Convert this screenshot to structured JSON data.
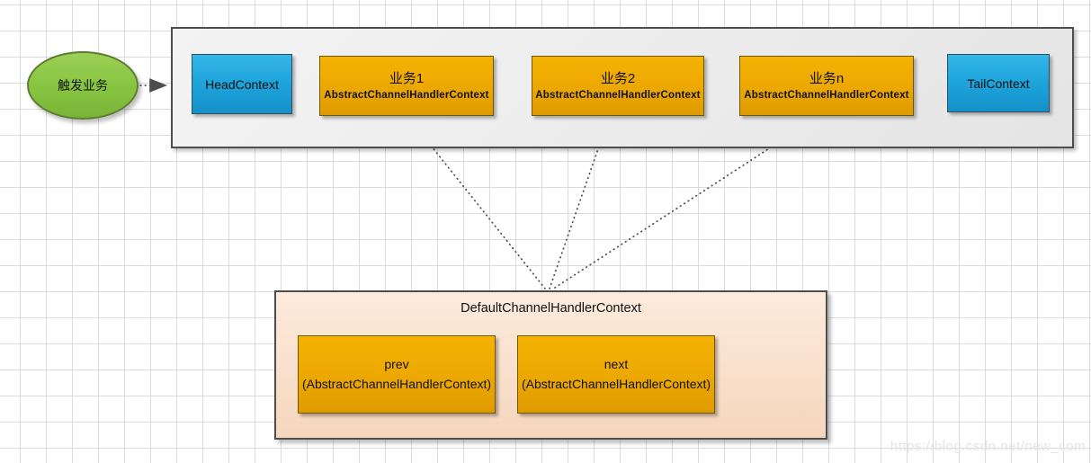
{
  "diagram": {
    "trigger": {
      "label": "触发业务"
    },
    "pipeline": {
      "head": {
        "label": "HeadContext"
      },
      "handlers": [
        {
          "title": "业务1",
          "subtitle": "AbstractChannelHandlerContext"
        },
        {
          "title": "业务2",
          "subtitle": "AbstractChannelHandlerContext"
        },
        {
          "title": "业务n",
          "subtitle": "AbstractChannelHandlerContext"
        }
      ],
      "tail": {
        "label": "TailContext"
      }
    },
    "context_box": {
      "title": "DefaultChannelHandlerContext",
      "members": [
        {
          "line1": "prev",
          "line2": "(AbstractChannelHandlerContext)"
        },
        {
          "line1": "next",
          "line2": "(AbstractChannelHandlerContext)"
        }
      ]
    },
    "watermark": "https://blog.csdn.net/new_com",
    "colors": {
      "node_green": "#86c440",
      "node_blue": "#1ea5dc",
      "node_gold": "#eda902",
      "panel_gray": "#ebebeb",
      "panel_peach": "#f9e0cc",
      "arrow": "#4d4d4d"
    }
  }
}
